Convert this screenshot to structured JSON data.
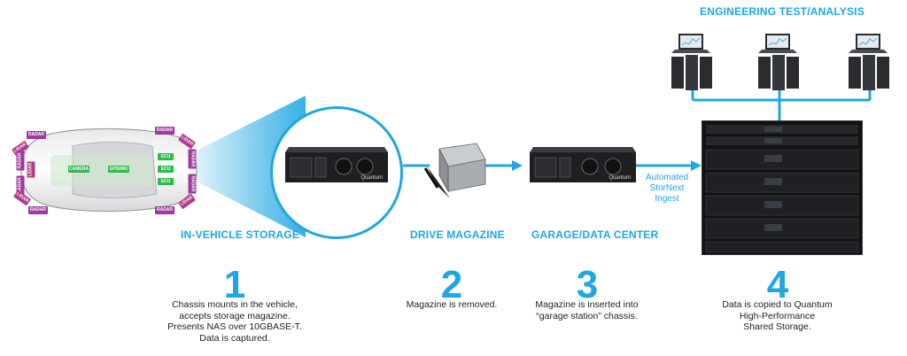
{
  "diagram": {
    "engineering_title": "ENGINEERING TEST/ANALYSIS",
    "sections": [
      {
        "title": "IN-VEHICLE STORAGE",
        "number": "1",
        "lines": [
          "Chassis mounts in the vehicle,",
          "accepts storage magazine.",
          "Presents NAS over 10GBASE-T.",
          "Data is captured."
        ]
      },
      {
        "title": "DRIVE MAGAZINE",
        "number": "2",
        "lines": [
          "Magazine is removed."
        ]
      },
      {
        "title": "GARAGE/DATA CENTER",
        "number": "3",
        "lines": [
          "Magazine is inserted into",
          "“garage station” chassis."
        ]
      },
      {
        "title": "",
        "number": "4",
        "lines": [
          "Data is copied to Quantum",
          "High-Performance",
          "Shared Storage."
        ]
      }
    ],
    "ingest_label": [
      "Automated",
      "StorNext",
      "Ingest"
    ],
    "server_brand": "Quantum",
    "car_tags": {
      "radar": "RADAR",
      "lidar": "LIDAR",
      "ecu": "ECU",
      "camera": "CAMERA",
      "gps": "GPS/IMU"
    }
  }
}
